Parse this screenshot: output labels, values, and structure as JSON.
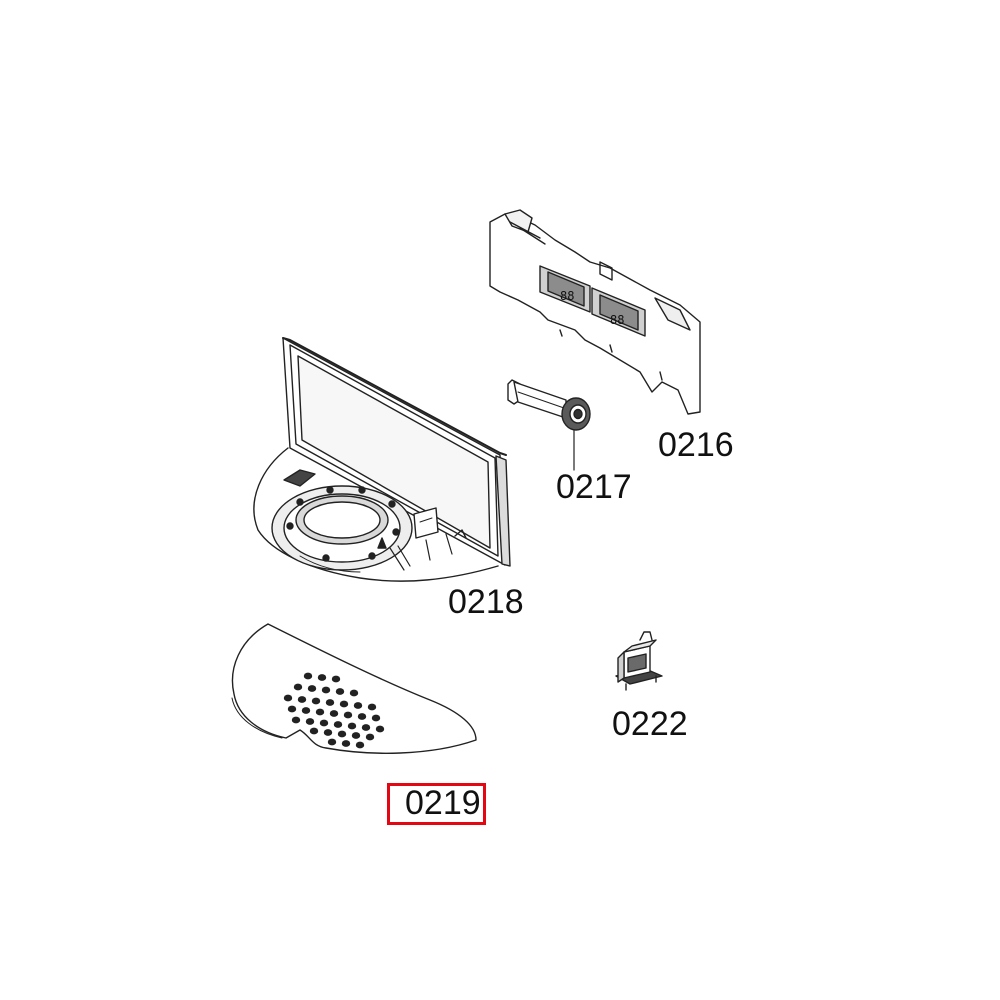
{
  "diagram": {
    "parts": [
      {
        "id": "0216",
        "label": "0216"
      },
      {
        "id": "0217",
        "label": "0217"
      },
      {
        "id": "0218",
        "label": "0218"
      },
      {
        "id": "0219",
        "label": "0219",
        "highlighted": true
      },
      {
        "id": "0222",
        "label": "0222"
      }
    ],
    "highlight_color": "#e30613",
    "line_color": "#222222"
  }
}
